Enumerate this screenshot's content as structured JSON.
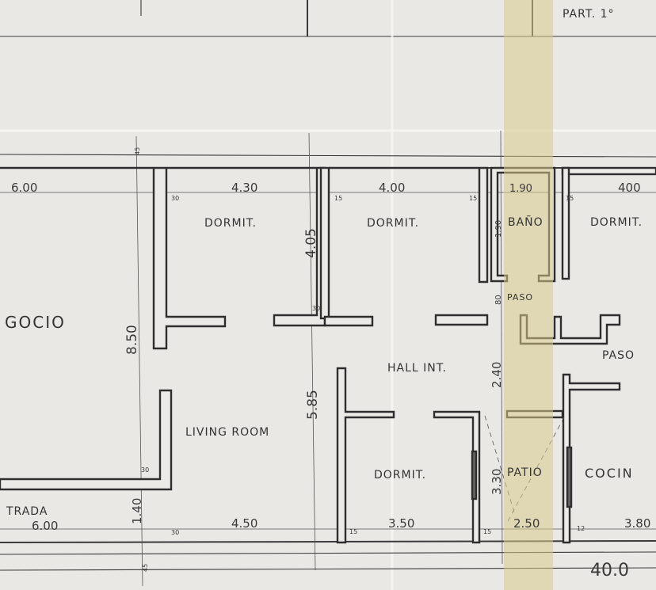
{
  "title_block": {
    "sheet": "PART. 1°"
  },
  "rooms": {
    "negocio": "GOCIO",
    "dormit_1": "DORMIT.",
    "dormit_2": "DORMIT.",
    "bano": "BAÑO",
    "dormit_3": "DORMIT.",
    "paso_1": "PASO",
    "paso_2": "PASO",
    "hall": "HALL INT.",
    "living": "LIVING ROOM",
    "dormit_4": "DORMIT.",
    "patio": "PATIO",
    "cocina": "COCIN",
    "entrada": "TRADA"
  },
  "dimensions": {
    "top_negocio": "6.00",
    "top_dormit_1": "4.30",
    "top_dormit_2": "4.00",
    "top_bano": "1.90",
    "top_dormit_3": "400",
    "v_850": "8.50",
    "v_405": "4.05",
    "v_585": "5.85",
    "v_240": "2.40",
    "v_330": "3.30",
    "v_140": "1.40",
    "v_190": "1.90",
    "v_paso": "80",
    "bot_entrada": "6.00",
    "bot_living": "4.50",
    "bot_dormit": "3.50",
    "bot_patio": "2.50",
    "bot_cocina": "3.80",
    "total": "40.0",
    "w45_top": "45",
    "w30_a": "30",
    "w15_a": "15",
    "w15_b": "15",
    "w15_c": "15",
    "w30_b": "30",
    "w30_c": "30",
    "w30_d": "30",
    "w45_bot": "45",
    "w15_d": "15",
    "w15_e": "15",
    "w12": "12"
  },
  "colors": {
    "paper": "#e9e8e4",
    "ink": "#2e2e2e",
    "tape": "#d8c98c"
  }
}
